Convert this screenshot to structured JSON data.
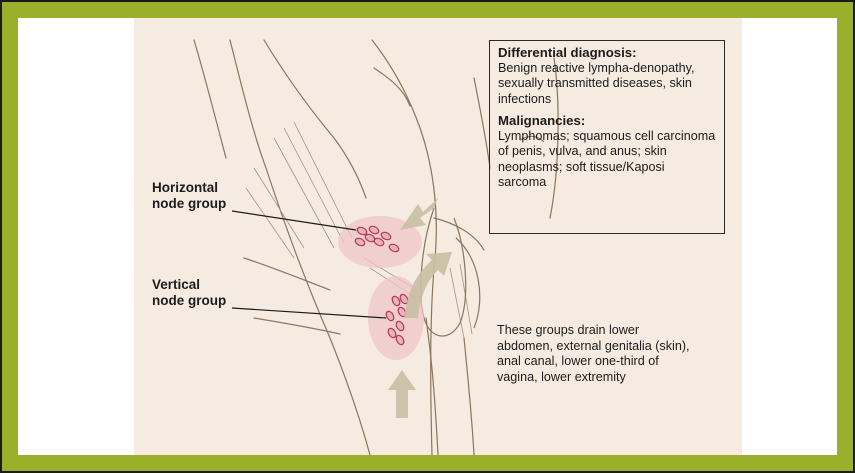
{
  "labels": {
    "horizontal_line1": "Horizontal",
    "horizontal_line2": "node group",
    "vertical_line1": "Vertical",
    "vertical_line2": "node group"
  },
  "differential": {
    "heading": "Differential diagnosis:",
    "body": "Benign reactive lympha-denopathy, sexually transmitted diseases, skin infections"
  },
  "malignancies": {
    "heading": "Malignancies:",
    "body": "Lymphomas; squamous cell carcinoma of penis, vulva, and anus; skin neoplasms; soft tissue/Kaposi sarcoma"
  },
  "drainage_note": "These groups drain lower abdomen, external genitalia (skin), anal canal, lower one-third of vagina, lower extremity",
  "colors": {
    "frame": "#9bb02a",
    "background": "#f5ebe0",
    "node_fill": "#e7b2bb",
    "node_stroke": "#b23a52",
    "arrow": "#c8bfa4"
  }
}
